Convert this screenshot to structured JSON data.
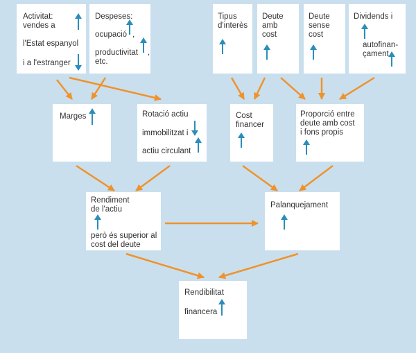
{
  "boxes": {
    "activitat": {
      "l1": "Activitat:",
      "l2": "vendes a",
      "l3": "l'Estat espanyol",
      "l4": "i a l'estranger"
    },
    "despeses": {
      "l1": "Despeses:",
      "l2": "ocupació",
      "l3": "productivitat",
      "l4": "etc.",
      "comma1": ",",
      "comma2": ","
    },
    "tipus": {
      "l1": "Tipus",
      "l2": "d'interès"
    },
    "deute_amb": {
      "l1": "Deute",
      "l2": "amb",
      "l3": "cost"
    },
    "deute_sense": {
      "l1": "Deute",
      "l2": "sense",
      "l3": "cost"
    },
    "dividends": {
      "l1": "Dividends i",
      "l2": "autofinan-",
      "l3": "çament"
    },
    "marges": {
      "l1": "Marges"
    },
    "rotacio": {
      "l1": "Rotació actiu",
      "l2": "immobilitzat i",
      "l3": "actiu circulant"
    },
    "cost_financer": {
      "l1": "Cost",
      "l2": "financer"
    },
    "proporcio": {
      "l1": "Proporció entre",
      "l2": "deute amb cost",
      "l3": "i fons propis"
    },
    "rendiment": {
      "l1": "Rendiment",
      "l2": "de l'actiu",
      "l3": "però és superior al",
      "l4": "cost del deute"
    },
    "palanquejament": {
      "l1": "Palanquejament"
    },
    "rendibilitat": {
      "l1": "Rendibilitat",
      "l2": "financera"
    }
  },
  "colors": {
    "background": "#c9dfee",
    "box": "#ffffff",
    "arrow_orange": "#f0922b",
    "indicator_blue": "#2b8db8"
  }
}
